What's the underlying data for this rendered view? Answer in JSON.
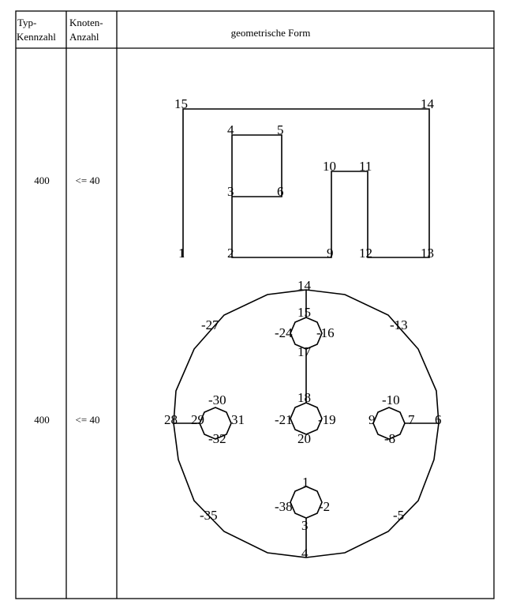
{
  "table": {
    "headers": {
      "typ": [
        "Typ-",
        "Kennzahl"
      ],
      "knoten": [
        "Knoten-",
        "Anzahl"
      ],
      "form": "geometrische Form"
    },
    "rows": [
      {
        "typ": "400",
        "knoten": "<= 40"
      },
      {
        "typ": "400",
        "knoten": "<= 40"
      }
    ]
  },
  "diagram1": {
    "node_labels": [
      "15",
      "14",
      "4",
      "5",
      "10",
      "11",
      "3",
      "6",
      "1",
      "2",
      "9",
      "12",
      "13"
    ]
  },
  "diagram2": {
    "node_labels": [
      "14",
      "15",
      "-13",
      "-27",
      "-24",
      "-16",
      "17",
      "18",
      "-30",
      "-10",
      "28",
      "29",
      "31",
      "-21",
      "-19",
      "9",
      "7",
      "6",
      "-32",
      "20",
      "-8",
      "1",
      "-38",
      "-2",
      "-35",
      "-5",
      "3",
      "4"
    ]
  }
}
